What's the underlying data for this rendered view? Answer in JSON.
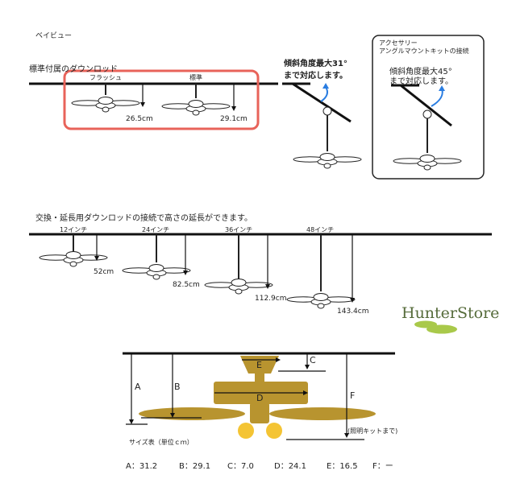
{
  "page_title": "ベイビュー",
  "section1": {
    "title": "標準付属のダウンロッド",
    "flush_label": "フラッシュ",
    "standard_label": "標準",
    "flush_measure": "26.5cm",
    "standard_measure": "29.1cm",
    "slope_line1": "傾斜角度最大31°",
    "slope_line2": "まで対応します。"
  },
  "accessory_box": {
    "title_line1": "アクセサリー",
    "title_line2": "アングルマウントキットの接続",
    "slope_line1": "傾斜角度最大45°",
    "slope_line2": "まで対応します。"
  },
  "section2": {
    "title": "交換・延長用ダウンロッドの接続で高さの延長ができます。",
    "rods": [
      {
        "label": "12インチ",
        "measure": "52cm"
      },
      {
        "label": "24インチ",
        "measure": "82.5cm"
      },
      {
        "label": "36インチ",
        "measure": "112.9cm"
      },
      {
        "label": "48インチ",
        "measure": "143.4cm"
      }
    ]
  },
  "brand": "HunterStore",
  "dimension_diagram": {
    "labels": {
      "A": "A",
      "B": "B",
      "C": "C",
      "D": "D",
      "E": "E",
      "F": "F"
    },
    "lighting_note": "(照明キットまで)",
    "size_table_title": "サイズ表（単位ｃｍ）",
    "values": [
      {
        "key": "A",
        "text": "A：31.2"
      },
      {
        "key": "B",
        "text": "B：29.1"
      },
      {
        "key": "C",
        "text": "C：7.0"
      },
      {
        "key": "D",
        "text": "D：24.1"
      },
      {
        "key": "E",
        "text": "E：16.5"
      },
      {
        "key": "F",
        "text": "F：ー"
      }
    ]
  },
  "colors": {
    "highlight_box": "#e8635a",
    "arrow_blue": "#2a7de1",
    "diagram_fill": "#b8942f",
    "light_yellow": "#f4c434",
    "leaf_green": "#a9c94a",
    "brand_text": "#556b3a"
  }
}
